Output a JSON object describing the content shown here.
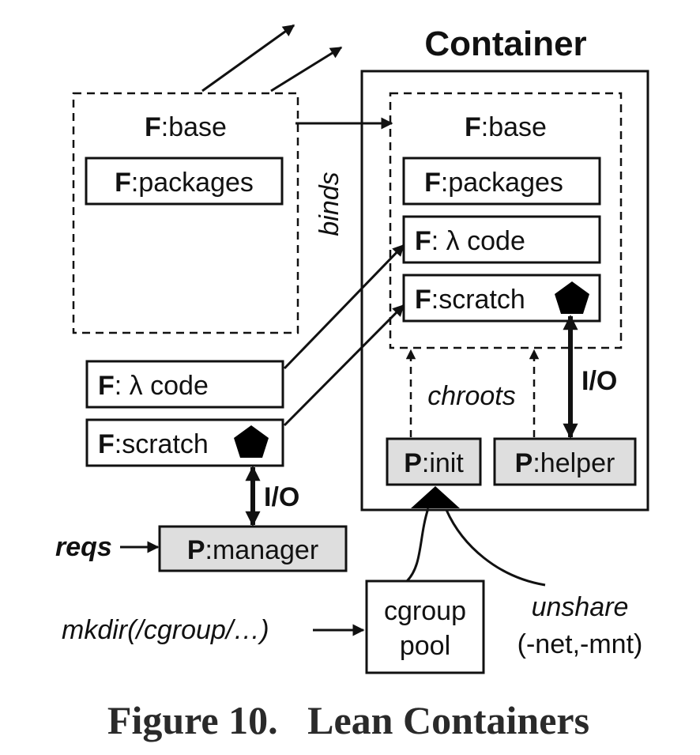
{
  "container_title": "Container",
  "host": {
    "base": {
      "prefix": "F",
      "text": ":base"
    },
    "packages": {
      "prefix": "F",
      "text": ":packages"
    },
    "lambda_code": {
      "prefix": "F",
      "text": ": λ code"
    },
    "scratch": {
      "prefix": "F",
      "text": ":scratch"
    },
    "manager": {
      "prefix": "P",
      "text": ":manager"
    }
  },
  "container": {
    "base": {
      "prefix": "F",
      "text": ":base"
    },
    "packages": {
      "prefix": "F",
      "text": ":packages"
    },
    "lambda_code": {
      "prefix": "F",
      "text": ": λ code"
    },
    "scratch": {
      "prefix": "F",
      "text": ":scratch"
    },
    "init": {
      "prefix": "P",
      "text": ":init"
    },
    "helper": {
      "prefix": "P",
      "text": ":helper"
    }
  },
  "labels": {
    "binds": "binds",
    "chroots": "chroots",
    "io_left": "I/O",
    "io_right": "I/O",
    "reqs": "reqs",
    "mkdir": "mkdir(/cgroup/…)",
    "cgroup_line1": "cgroup",
    "cgroup_line2": "pool",
    "unshare_line1": "unshare",
    "unshare_line2": "(-net,-mnt)"
  },
  "caption": "Figure 10.   Lean Containers"
}
